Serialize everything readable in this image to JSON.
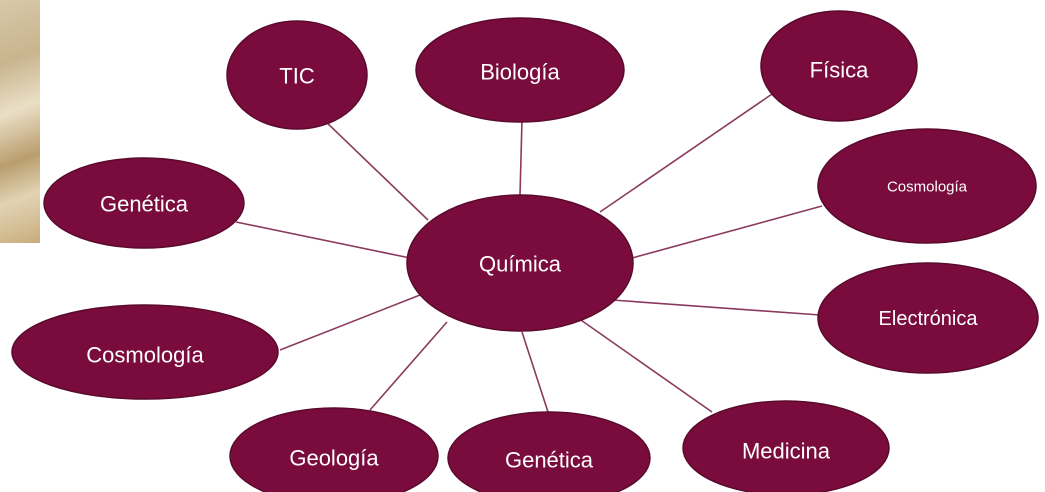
{
  "diagram": {
    "center": {
      "label": "Química"
    },
    "nodes": [
      {
        "id": "tic",
        "label": "TIC"
      },
      {
        "id": "biologia",
        "label": "Biología"
      },
      {
        "id": "fisica",
        "label": "Física"
      },
      {
        "id": "cosmologia-right",
        "label": "Cosmología"
      },
      {
        "id": "electronica",
        "label": "Electrónica"
      },
      {
        "id": "medicina",
        "label": "Medicina"
      },
      {
        "id": "genetica-bottom",
        "label": "Genética"
      },
      {
        "id": "geologia",
        "label": "Geología"
      },
      {
        "id": "cosmologia-left",
        "label": "Cosmología"
      },
      {
        "id": "genetica-left",
        "label": "Genética"
      }
    ],
    "colors": {
      "node_fill": "#7a0c3d",
      "node_stroke": "#5a0a2d",
      "connector": "#8a3a5e",
      "text": "#ffffff"
    }
  }
}
